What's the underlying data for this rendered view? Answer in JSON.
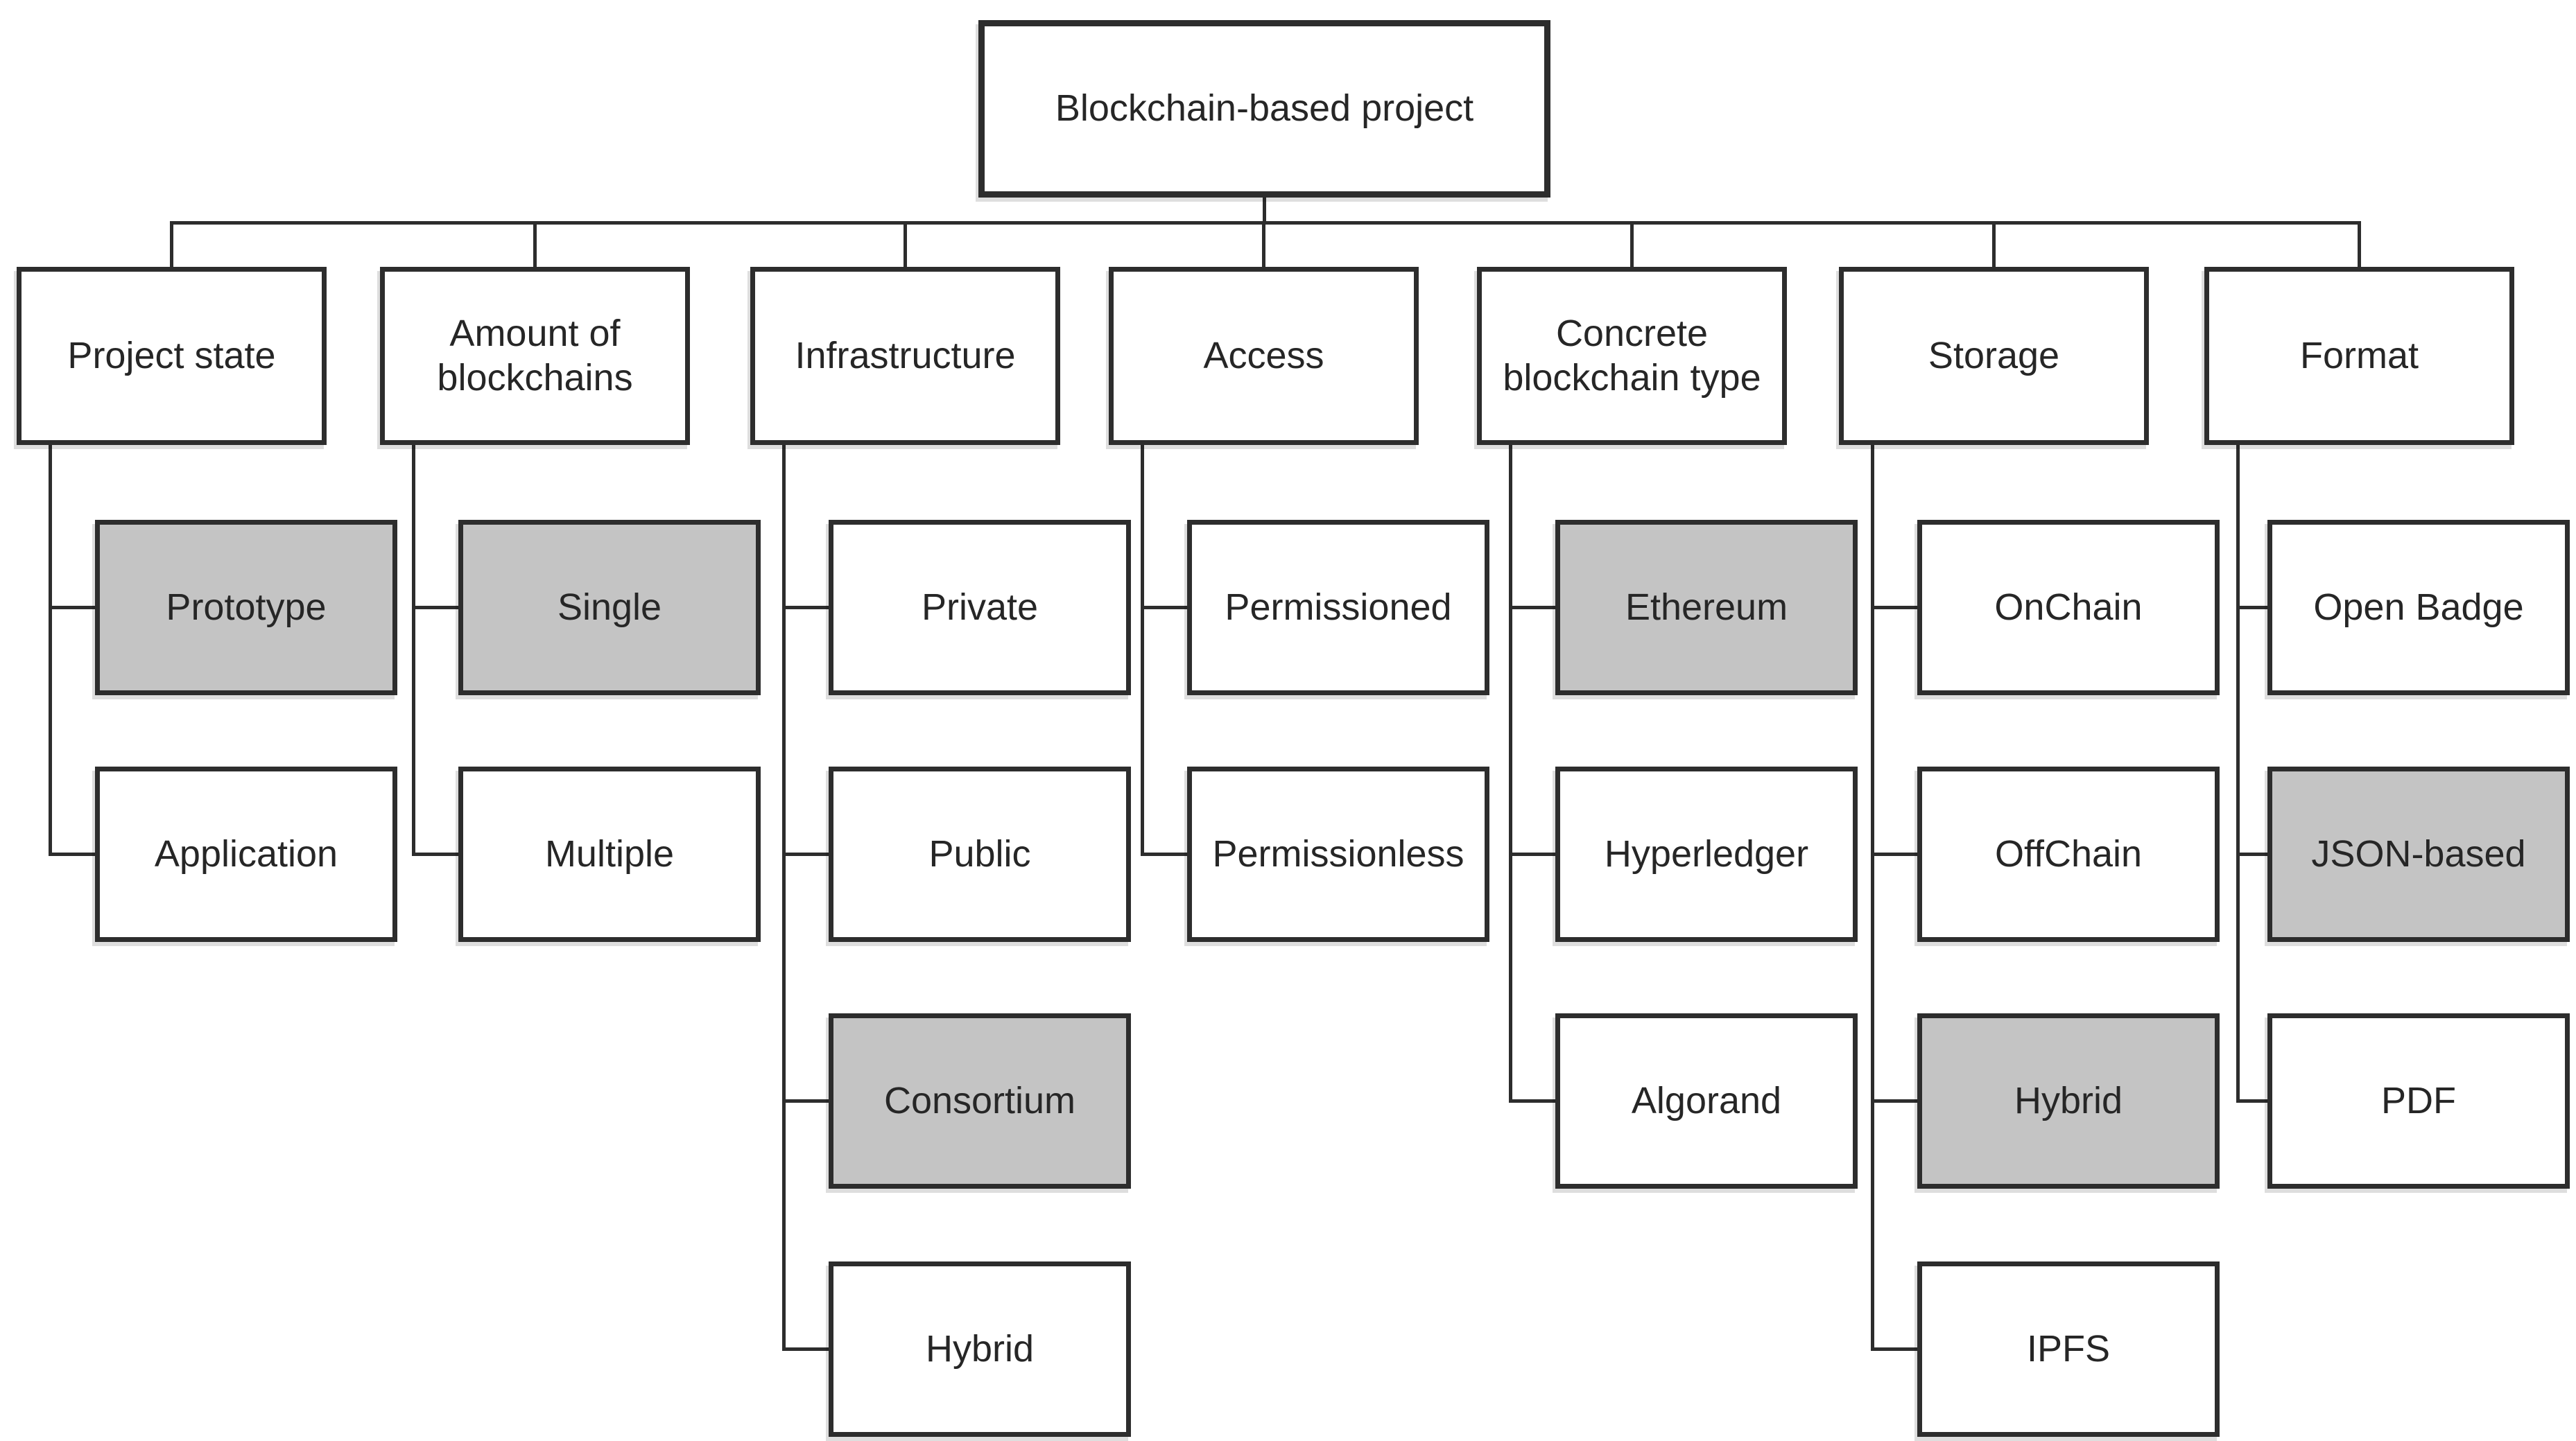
{
  "diagram": {
    "root": {
      "label": "Blockchain-based project"
    },
    "categories": [
      {
        "id": "project-state",
        "label": "Project state",
        "children": [
          {
            "label": "Prototype",
            "highlighted": true
          },
          {
            "label": "Application",
            "highlighted": false
          }
        ]
      },
      {
        "id": "amount-of-blockchains",
        "label": "Amount of blockchains",
        "children": [
          {
            "label": "Single",
            "highlighted": true
          },
          {
            "label": "Multiple",
            "highlighted": false
          }
        ]
      },
      {
        "id": "infrastructure",
        "label": "Infrastructure",
        "children": [
          {
            "label": "Private",
            "highlighted": false
          },
          {
            "label": "Public",
            "highlighted": false
          },
          {
            "label": "Consortium",
            "highlighted": true
          },
          {
            "label": "Hybrid",
            "highlighted": false
          }
        ]
      },
      {
        "id": "access",
        "label": "Access",
        "children": [
          {
            "label": "Permissioned",
            "highlighted": false
          },
          {
            "label": "Permissionless",
            "highlighted": false
          }
        ]
      },
      {
        "id": "concrete-blockchain-type",
        "label": "Concrete blockchain type",
        "children": [
          {
            "label": "Ethereum",
            "highlighted": true
          },
          {
            "label": "Hyperledger",
            "highlighted": false
          },
          {
            "label": "Algorand",
            "highlighted": false
          }
        ]
      },
      {
        "id": "storage",
        "label": "Storage",
        "children": [
          {
            "label": "OnChain",
            "highlighted": false
          },
          {
            "label": "OffChain",
            "highlighted": false
          },
          {
            "label": "Hybrid",
            "highlighted": true
          },
          {
            "label": "IPFS",
            "highlighted": false
          }
        ]
      },
      {
        "id": "format",
        "label": "Format",
        "children": [
          {
            "label": "Open Badge",
            "highlighted": false
          },
          {
            "label": "JSON-based",
            "highlighted": true
          },
          {
            "label": "PDF",
            "highlighted": false
          }
        ]
      }
    ]
  },
  "colors": {
    "highlight_fill": "#c4c4c4",
    "box_fill": "#ffffff",
    "border_color": "#2d2d2d",
    "line_color": "#2d2d2d",
    "text_color": "#262626",
    "background": "#ffffff"
  }
}
